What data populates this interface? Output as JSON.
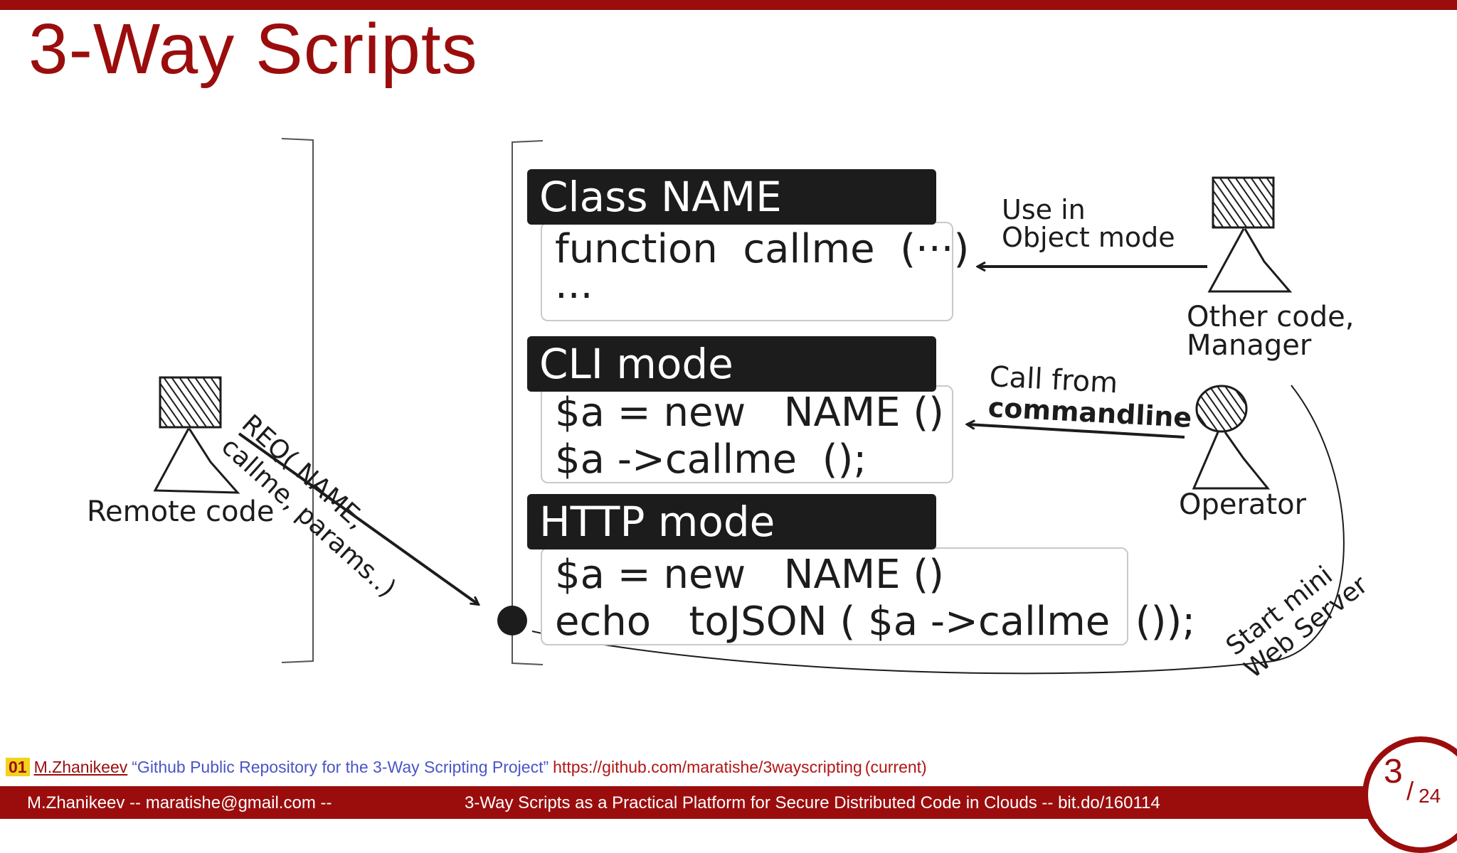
{
  "slide": {
    "title": "3-Way Scripts"
  },
  "boxes": {
    "class": {
      "header": "Class NAME",
      "body": "function  callme  (···)\n···"
    },
    "cli": {
      "header": "CLI mode",
      "body": "$a = new   NAME ()\n$a ->callme  ();"
    },
    "http": {
      "header": "HTTP mode",
      "body": "$a = new   NAME ()\necho   toJSON ( $a ->callme  ());"
    }
  },
  "actors": {
    "remote": "Remote code",
    "other": "Other code,\nManager",
    "operator": "Operator"
  },
  "arrows": {
    "request": "REQ( NAME,\ncallme, params..)",
    "object_mode": "Use in\nObject mode",
    "call_from": "Call from",
    "commandline": "commandline",
    "web_server": "Start mini\nWeb Server"
  },
  "reference": {
    "number": "01",
    "author": "M.Zhanikeev",
    "title": "“Github Public Repository for the 3-Way Scripting Project”",
    "url": "https://github.com/maratishe/3wayscripting",
    "note": "(current)"
  },
  "footer": {
    "left": "M.Zhanikeev -- maratishe@gmail.com --",
    "center": "3-Way Scripts as a Practical Platform for Secure Distributed Code in Clouds -- bit.do/160114"
  },
  "page": {
    "current": "3",
    "slash": "/",
    "total": "24"
  }
}
